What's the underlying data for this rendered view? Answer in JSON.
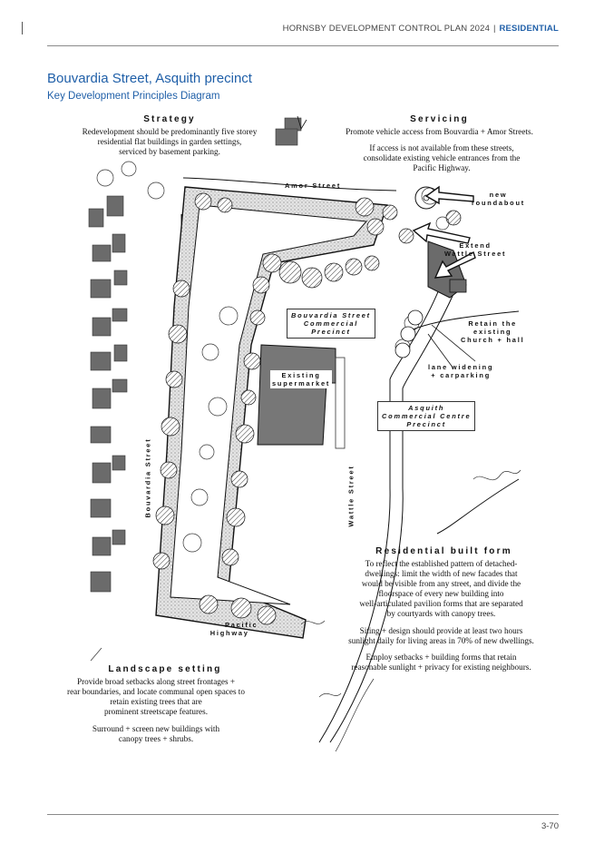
{
  "header": {
    "document_title": "HORNSBY DEVELOPMENT CONTROL PLAN 2024",
    "separator": "|",
    "section": "RESIDENTIAL"
  },
  "page": {
    "title": "Bouvardia Street, Asquith precinct",
    "diagram_title": "Key Development Principles Diagram",
    "number": "3-70"
  },
  "diagram": {
    "strategy": {
      "heading": "Strategy",
      "lines": [
        "Redevelopment should be predominantly five storey",
        "residential flat buildings in garden settings,",
        "serviced by basement parking."
      ]
    },
    "servicing": {
      "heading": "Servicing",
      "lines": [
        "Promote vehicle access from Bouvardia + Amor Streets."
      ],
      "lines2": [
        "If access is not available from these streets,",
        "consolidate existing vehicle entrances from the",
        "Pacific Highway."
      ]
    },
    "residential": {
      "heading": "Residential built form",
      "lines": [
        "To reflect the established pattern of detached-",
        "dwellings:  limit the width of new facades that",
        "would be visible from any street, and divide the",
        "floorspace of every new building into",
        "well-articulated pavilion forms that are separated",
        "by courtyards with canopy trees."
      ],
      "lines2": [
        "Siting + design should provide at least two hours",
        "sunlight daily for living areas in 70% of new dwellings."
      ],
      "lines3": [
        "Employ setbacks + building forms that retain",
        "reasonable sunlight + privacy for existing neighbours."
      ]
    },
    "landscape": {
      "heading": "Landscape setting",
      "lines": [
        "Provide broad setbacks along street frontages +",
        "rear boundaries, and locate communal open spaces to",
        "retain existing trees that are",
        "prominent streetscape features."
      ],
      "lines2": [
        "Surround + screen new buildings with",
        "canopy trees + shrubs."
      ]
    },
    "map_labels": {
      "amor_street": "Amor Street",
      "new_roundabout": [
        "new",
        "roundabout"
      ],
      "extend_wattle": [
        "Extend",
        "Wattle Street"
      ],
      "bouvardia_commercial": [
        "Bouvardia Street",
        "Commercial",
        "Precinct"
      ],
      "retain_church": [
        "Retain the",
        "existing",
        "Church + hall"
      ],
      "lane_widening": [
        "lane widening",
        "+ carparking"
      ],
      "existing_supermarket": [
        "Existing",
        "supermarket"
      ],
      "asquith_commercial": [
        "Asquith",
        "Commercial Centre",
        "Precinct"
      ],
      "bouvardia_street": "Bouvardia Street",
      "wattle_street": "Wattle Street",
      "pacific_highway": [
        "Pacific",
        "Highway"
      ]
    }
  }
}
